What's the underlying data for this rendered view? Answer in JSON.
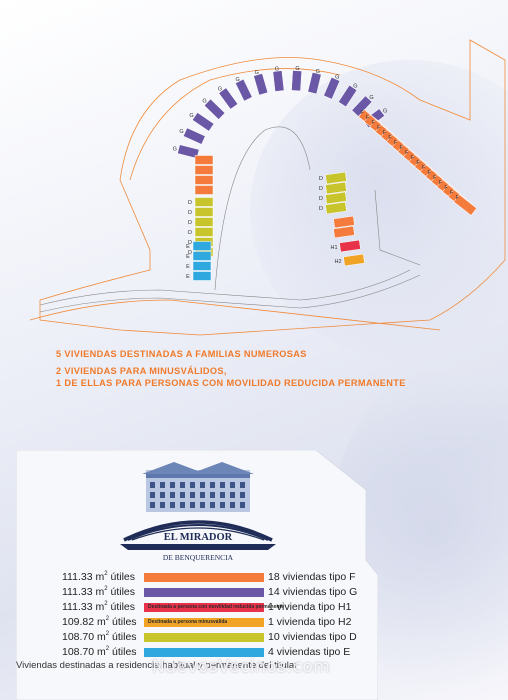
{
  "plan": {
    "labels_g": [
      "G",
      "G",
      "G",
      "G",
      "G",
      "G",
      "G",
      "G",
      "G",
      "G",
      "G",
      "G",
      "G",
      "G"
    ],
    "labels_f": [
      "F",
      "F",
      "F",
      "F",
      "F",
      "F",
      "F",
      "F",
      "F",
      "F",
      "F",
      "F",
      "F",
      "F",
      "F",
      "F",
      "F",
      "F"
    ],
    "labels_d": [
      "D",
      "D",
      "D",
      "D",
      "D",
      "D",
      "D",
      "D",
      "D",
      "D"
    ],
    "labels_e": [
      "E",
      "E",
      "E",
      "E"
    ],
    "label_h1": "H1",
    "label_h2": "H2"
  },
  "notes": {
    "line1": "5 VIVIENDAS DESTINADAS A FAMILIAS NUMEROSAS",
    "line2": "2 VIVIENDAS PARA MINUSVÁLIDOS,",
    "line3": "1 DE ELLAS PARA PERSONAS CON MOVILIDAD REDUCIDA PERMANENTE"
  },
  "logo": {
    "name": "EL MIRADOR",
    "subtitle": "DE BENQUERENCIA"
  },
  "legend": [
    {
      "area": "111.33 m",
      "unit": "útiles",
      "color": "#f47b3c",
      "inner": "",
      "count": "18 viviendas tipo F"
    },
    {
      "area": "111.33 m",
      "unit": "útiles",
      "color": "#6a57a6",
      "inner": "",
      "count": "14 viviendas tipo G"
    },
    {
      "area": "111.33 m",
      "unit": "útiles",
      "color": "#e8324a",
      "inner": "Destinada a persona con movilidad reducida permanente",
      "count": "1 vivienda tipo H1"
    },
    {
      "area": "109.82 m",
      "unit": "útiles",
      "color": "#f0a324",
      "inner": "Destinada a persona minusválida",
      "count": "1 vivienda tipo H2"
    },
    {
      "area": "108.70 m",
      "unit": "útiles",
      "color": "#c8c42c",
      "inner": "",
      "count": "10 viviendas tipo D"
    },
    {
      "area": "108.70 m",
      "unit": "útiles",
      "color": "#2fa7df",
      "inner": "",
      "count": "4 viviendas tipo E"
    }
  ],
  "legend_sup": "2",
  "footer": "Viviendas destinadas a residencia habitual y permanente del titular",
  "watermark": "NuevosVecinos.com",
  "colors": {
    "orange": "#f47b3c",
    "purple": "#6a57a6",
    "red": "#e8324a",
    "amber": "#f0a324",
    "olive": "#c8c42c",
    "blue": "#2fa7df",
    "note": "#f07a2a"
  }
}
